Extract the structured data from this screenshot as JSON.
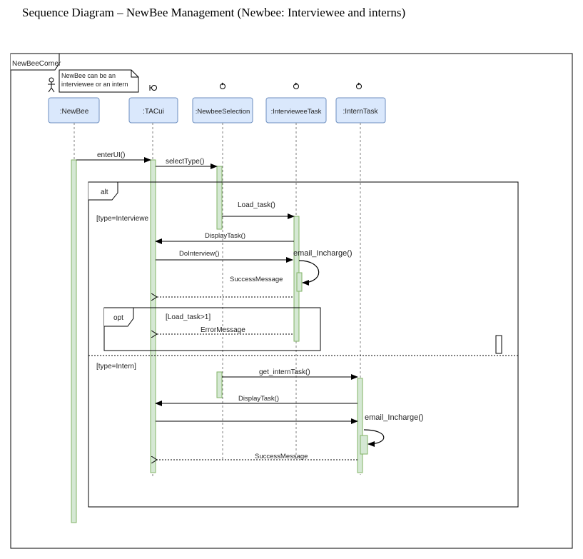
{
  "page": {
    "title": "Sequence Diagram – NewBee Management (Newbee: Interviewee and interns)"
  },
  "frame": {
    "label": "NewBeeCorner"
  },
  "note": {
    "lines": [
      "NewBee can be an",
      "interviewee or an intern"
    ]
  },
  "lifelines": [
    {
      "label": ":NewBee",
      "symbol": "actor"
    },
    {
      "label": ":TACui",
      "symbol": "boundary"
    },
    {
      "label": ":NewbeeSelection",
      "symbol": "control"
    },
    {
      "label": ":IntervieweeTask",
      "symbol": "control"
    },
    {
      "label": ":InternTask",
      "symbol": "control"
    }
  ],
  "fragments": {
    "alt": {
      "label": "alt",
      "guard1": "[type=Interviewe",
      "guard2": "[type=Intern]"
    },
    "opt": {
      "label": "opt",
      "guard": "[Load_task>1]"
    }
  },
  "messages": {
    "enter_ui": "enterUI()",
    "select_type": "selectType()",
    "load_task": "Load_task()",
    "display_task_1": "DisplayTask()",
    "do_interview": "DoInterview()",
    "email_incharge_1": "email_Incharge()",
    "success_message_1": "SuccessMessage",
    "error_message": "ErrorMessage",
    "get_intern_task": "get_internTask()",
    "display_task_2": "DisplayTask()",
    "email_incharge_2": "email_Incharge()",
    "success_message_2": "SuccessMessage"
  },
  "colors": {
    "lifeline_box_fill": "#dae8fc",
    "lifeline_box_stroke": "#6c8ebf",
    "activation_fill": "#d5e8d4",
    "activation_stroke": "#82b366",
    "line": "#000000"
  }
}
